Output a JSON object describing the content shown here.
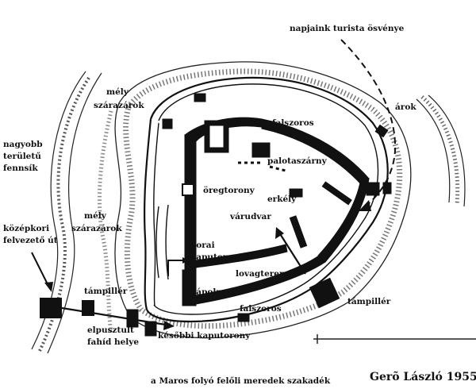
{
  "diagram": {
    "labels": {
      "turista_osveny": "napjaink turista ösvénye",
      "arok": "árok",
      "mely_szarazarok_top_1": "mély",
      "mely_szarazarok_top_2": "szárazárok",
      "nagyobb_terulet_1": "nagyobb",
      "nagyobb_terulet_2": "területű",
      "nagyobb_terulet_3": "fennsík",
      "falszoros_top": "falszoros",
      "palotaszarny": "palotaszárny",
      "oregtorony": "öregtorony",
      "erkely": "erkély",
      "varudvar": "várudvar",
      "kozepkori_1": "középkori",
      "kozepkori_2": "felvezető út",
      "mely_szarazarok_left_1": "mély",
      "mely_szarazarok_left_2": "szárazárok",
      "korai_kaputorony_1": "korai",
      "korai_kaputorony_2": "kaputorony",
      "lovagterem": "lovagterem",
      "tampiller_left": "támpillér",
      "kapolna": "kápolna",
      "falszoros_bottom": "falszoros",
      "tampiller_right": "támpillér",
      "elpusztult_1": "elpusztult",
      "elpusztult_2": "fahíd helye",
      "kesobbi_kaputorony": "későbbi kaputorony",
      "maros": "a Maros folyó felőli meredek szakadék"
    },
    "credit": "Gerõ László 1955"
  }
}
